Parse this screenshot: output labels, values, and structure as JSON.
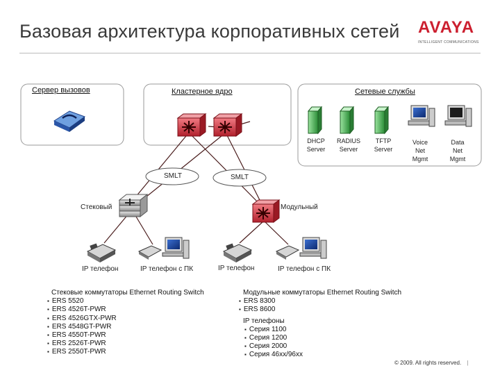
{
  "title": "Базовая архитектура корпоративных сетей",
  "logo": {
    "name": "AVAYA",
    "tagline": "INTELLIGENT COMMUNICATIONS"
  },
  "panels": {
    "call_server": "Сервер вызовов",
    "cluster_core": "Кластерное ядро",
    "network_services": "Сетевые службы"
  },
  "services": [
    {
      "line1": "DHCP",
      "line2": "Server",
      "line3": "",
      "icon": "green-server-icon"
    },
    {
      "line1": "RADIUS",
      "line2": "Server",
      "line3": "",
      "icon": "green-server-icon"
    },
    {
      "line1": "TFTP",
      "line2": "Server",
      "line3": "",
      "icon": "green-server-icon"
    },
    {
      "line1": "Voice",
      "line2": "Net",
      "line3": "Mgmt",
      "icon": "blue-workstation-icon"
    },
    {
      "line1": "Data",
      "line2": "Net",
      "line3": "Mgmt",
      "icon": "gray-workstation-icon"
    }
  ],
  "smlt_left": "SMLT",
  "smlt_right": "SMLT",
  "stack_label": "Стековый",
  "modular_label": "Модульный",
  "endpoints": {
    "ip_phone_1": "IP телефон",
    "ip_phone_pc_1": "IP телефон с ПК",
    "ip_phone_2": "IP телефон",
    "ip_phone_pc_2": "IP телефон с ПК"
  },
  "stack_list": {
    "heading": "Стековые коммутаторы Ethernet Routing Switch",
    "items": [
      "ERS 5520",
      "ERS 4526T-PWR",
      "ERS 4526GTX-PWR",
      "ERS 4548GT-PWR",
      "ERS 4550T-PWR",
      "ERS 2526T-PWR",
      "ERS 2550T-PWR"
    ]
  },
  "modular_list": {
    "heading": "Модульные коммутаторы Ethernet Routing Switch",
    "items": [
      "ERS 8300",
      "ERS 8600"
    ],
    "phones_heading": "IP телефоны",
    "phones": [
      "Серия 1100",
      "Серия 1200",
      "Серия 2000",
      "Серия 46xx/96xx"
    ]
  },
  "footer": "© 2009. All rights reserved.",
  "colors": {
    "router_red": "#d9343f",
    "link_dark": "#4a1d1d",
    "panel_border": "#9a9a9a",
    "server_green": "#3aa845",
    "monitor_blue": "#2d57a8"
  }
}
